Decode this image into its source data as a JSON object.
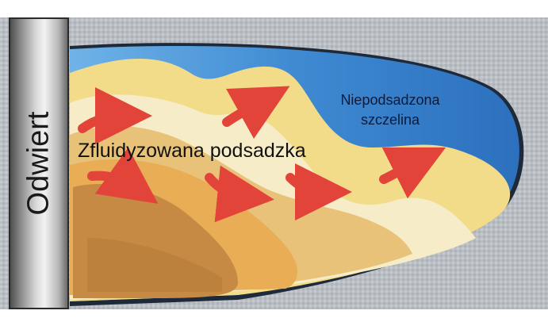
{
  "labels": {
    "wellbore": "Odwiert",
    "fluidized_proppant": "Zfluidyzowana podsadzka",
    "unpropped_fracture": "Niepodsadzona szczelina"
  },
  "colors": {
    "rock_background": "#b8bcc2",
    "fracture_fluid": "#2f78c4",
    "fracture_fluid_light": "#6fb3e8",
    "sand_yellow": "#f2dc8a",
    "sand_cream": "#f7ecc8",
    "sand_tan": "#e9c27a",
    "sand_orange": "#e8ad55",
    "sand_brown": "#c68a45",
    "flow_arrow": "#e2443a"
  },
  "icons": {
    "flow_arrow": "curved-arrow-icon"
  }
}
